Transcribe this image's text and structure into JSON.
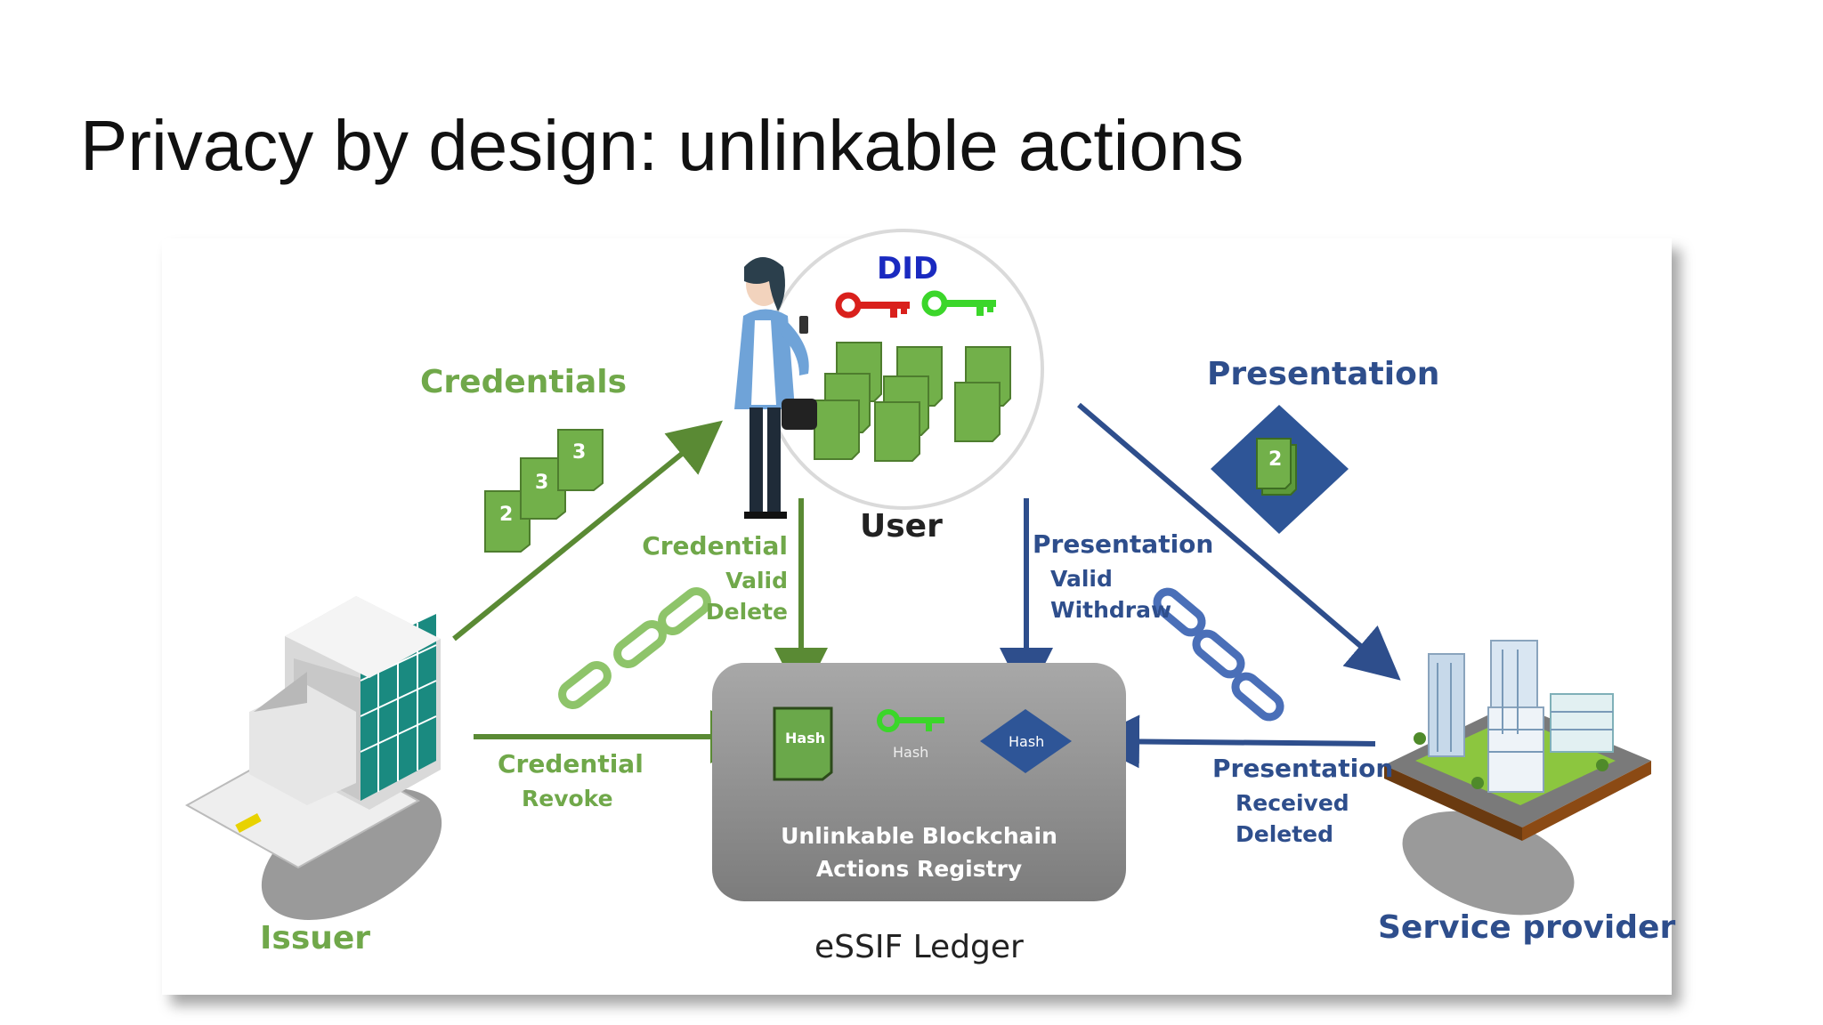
{
  "slide": {
    "title": "Privacy by design: unlinkable actions"
  },
  "diagram": {
    "user": {
      "did_label": "DID",
      "label": "User"
    },
    "issuer": {
      "label": "Issuer"
    },
    "service_provider": {
      "label": "Service provider"
    },
    "ledger": {
      "label": "eSSIF Ledger",
      "registry_line1": "Unlinkable Blockchain",
      "registry_line2": "Actions Registry",
      "hash_doc": "Hash",
      "hash_key": "Hash",
      "hash_diamond": "Hash"
    },
    "credentials": {
      "label": "Credentials",
      "doc_numbers": [
        "2",
        "3",
        "3"
      ]
    },
    "presentation": {
      "label": "Presentation",
      "doc_number": "2"
    },
    "credential_status": {
      "title": "Credential",
      "line1": "Valid",
      "line2": "Delete"
    },
    "presentation_status": {
      "title": "Presentation",
      "line1": "Valid",
      "line2": "Withdraw"
    },
    "credential_revoke": {
      "title": "Credential",
      "line1": "Revoke"
    },
    "presentation_received": {
      "title": "Presentation",
      "line1": "Received",
      "line2": "Deleted"
    },
    "colors": {
      "green": "#70a84a",
      "blue": "#2e4e8c",
      "red": "#d9201c",
      "key_green": "#3bd62a",
      "registry_gray": "#8a8a8a"
    }
  }
}
